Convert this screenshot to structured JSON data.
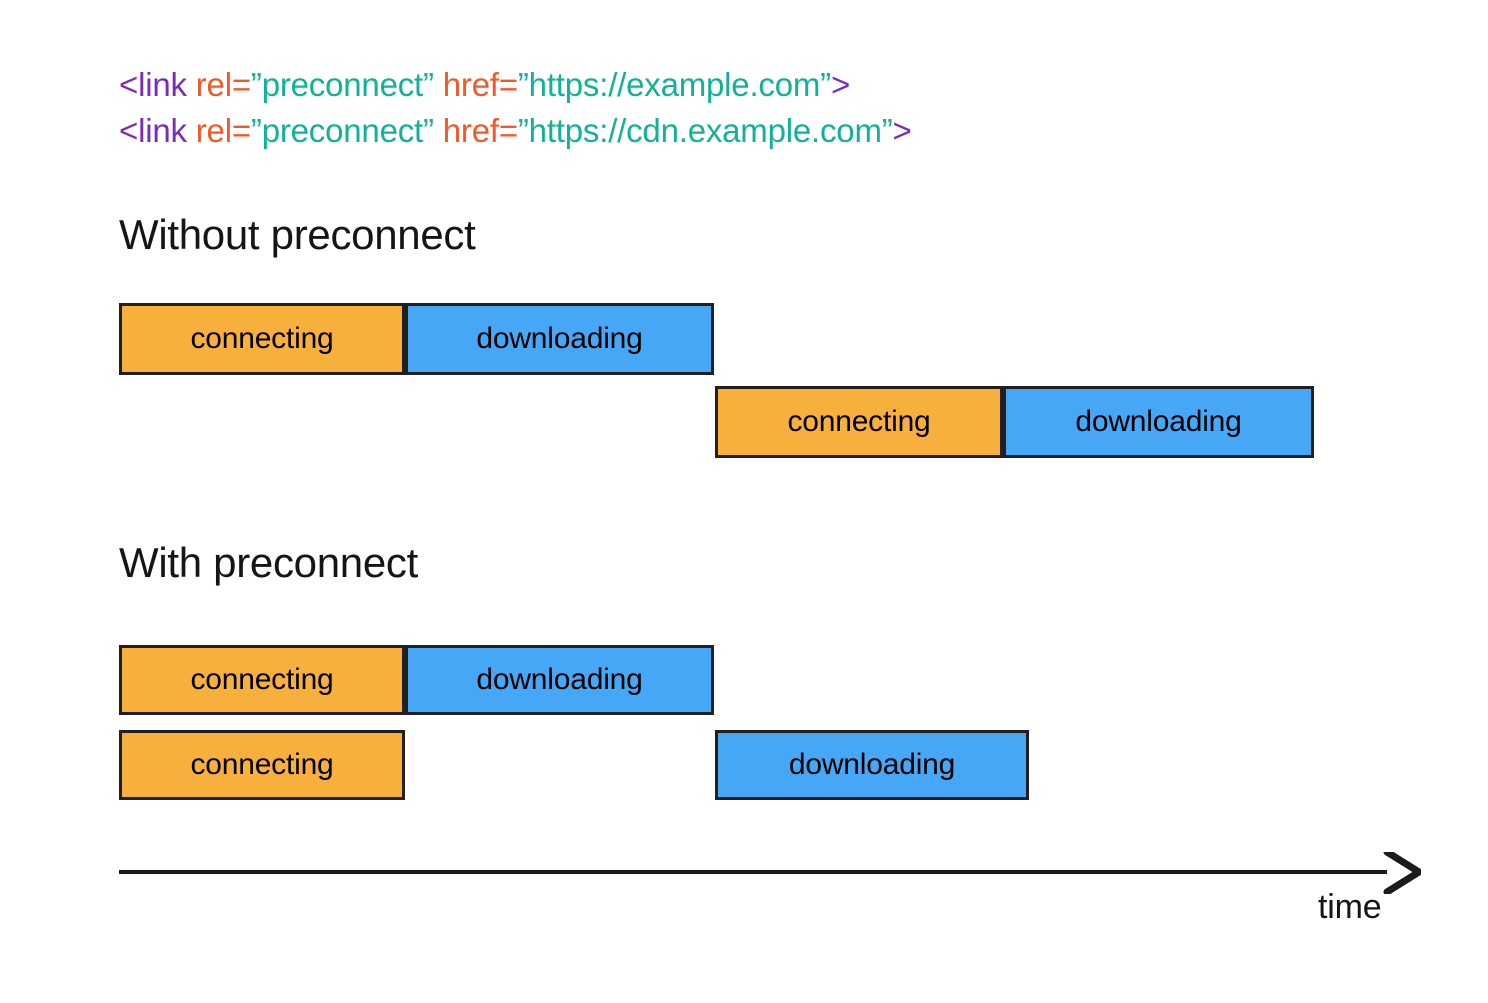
{
  "code_snippet": {
    "lines": [
      {
        "tag_open": "<link",
        "attr1": " rel=",
        "value1": "”preconnect”",
        "attr2": " href=",
        "value2": "”https://example.com”",
        "tag_close": ">"
      },
      {
        "tag_open": "<link",
        "attr1": " rel=",
        "value1": "”preconnect”",
        "attr2": " href=",
        "value2": "”https://cdn.example.com”",
        "tag_close": ">"
      }
    ]
  },
  "sections": {
    "without": {
      "title": "Without preconnect"
    },
    "with": {
      "title": "With preconnect"
    }
  },
  "axis": {
    "label": "time"
  },
  "colors": {
    "connecting": "#F7B03C",
    "downloading": "#45A7F5",
    "stroke": "#231f20",
    "tag": "#7B2CB5",
    "attribute": "#F05A28",
    "value": "#12B19A"
  },
  "chart_data": {
    "type": "bar",
    "title": "Resource loading timeline with and without preconnect",
    "xlabel": "time",
    "ylabel": "",
    "grid": false,
    "legend": [
      "connecting",
      "downloading"
    ],
    "groups": [
      {
        "name": "Without preconnect",
        "requests": [
          {
            "row": 1,
            "segments": [
              {
                "label": "connecting",
                "phase": "connecting",
                "start": 0,
                "end": 285,
                "color": "#F7B03C"
              },
              {
                "label": "downloading",
                "phase": "downloading",
                "start": 285,
                "end": 594,
                "color": "#45A7F5"
              }
            ]
          },
          {
            "row": 2,
            "segments": [
              {
                "label": "connecting",
                "phase": "connecting",
                "start": 596,
                "end": 883,
                "color": "#F7B03C"
              },
              {
                "label": "downloading",
                "phase": "downloading",
                "start": 883,
                "end": 1194,
                "color": "#45A7F5"
              }
            ]
          }
        ]
      },
      {
        "name": "With preconnect",
        "requests": [
          {
            "row": 1,
            "segments": [
              {
                "label": "connecting",
                "phase": "connecting",
                "start": 0,
                "end": 285,
                "color": "#F7B03C"
              },
              {
                "label": "downloading",
                "phase": "downloading",
                "start": 285,
                "end": 594,
                "color": "#45A7F5"
              }
            ]
          },
          {
            "row": 2,
            "segments": [
              {
                "label": "connecting",
                "phase": "connecting",
                "start": 0,
                "end": 285,
                "color": "#F7B03C"
              },
              {
                "label": "downloading",
                "phase": "downloading",
                "start": 596,
                "end": 909,
                "color": "#45A7F5"
              }
            ]
          }
        ]
      }
    ]
  },
  "bars": {
    "w1c": "connecting",
    "w1d": "downloading",
    "w2c": "connecting",
    "w2d": "downloading",
    "p1c": "connecting",
    "p1d": "downloading",
    "p2c": "connecting",
    "p2d": "downloading"
  }
}
